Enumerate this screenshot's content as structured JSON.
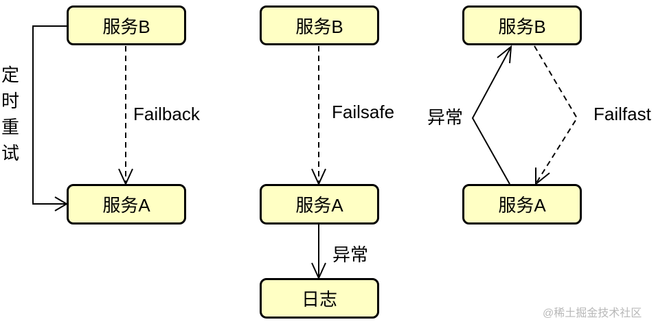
{
  "left": {
    "node_top": "服务B",
    "node_bottom": "服务A",
    "edge_label": "Failback",
    "side_label": [
      "定",
      "时",
      "重",
      "试"
    ]
  },
  "middle": {
    "node_top": "服务B",
    "node_bottom": "服务A",
    "node_log": "日志",
    "edge_label": "Failsafe",
    "exception_label": "异常"
  },
  "right": {
    "node_top": "服务B",
    "node_bottom": "服务A",
    "exception_label": "异常",
    "edge_label": "Failfast"
  },
  "watermark": "@稀土掘金技术社区",
  "colors": {
    "node_fill": "#ffffc4",
    "stroke": "#000000",
    "watermark": "#b8b8b8"
  }
}
